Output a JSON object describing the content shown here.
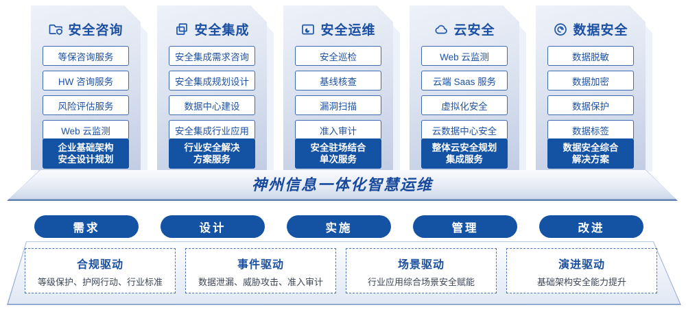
{
  "palette": {
    "primary_blue": "#1452a4",
    "text_blue": "#1b4fa0",
    "border_blue": "#3e69af",
    "panel_fill_top": "#eef2f9",
    "panel_fill_bottom": "#c2cde3"
  },
  "columns": [
    {
      "icon": "folder-shield-icon",
      "title": "安全咨询",
      "items": [
        "等保咨询服务",
        "HW 咨询服务",
        "风险评估服务",
        "Web 云监测"
      ],
      "footer": {
        "line1": "企业基础架构",
        "line2": "安全设计规划"
      }
    },
    {
      "icon": "copy-docs-icon",
      "title": "安全集成",
      "items": [
        "安全集成需求咨询",
        "安全集成规划设计",
        "数据中心建设",
        "安全集成行业应用"
      ],
      "footer": {
        "line1": "行业安全解决",
        "line2": "方案服务"
      }
    },
    {
      "icon": "pie-folder-icon",
      "title": "安全运维",
      "items": [
        "安全巡检",
        "基线核查",
        "漏洞扫描",
        "准入审计"
      ],
      "footer": {
        "line1": "安全驻场结合",
        "line2": "单次服务"
      }
    },
    {
      "icon": "cloud-icon",
      "title": "云安全",
      "items": [
        "Web 云监测",
        "云端 Saas 服务",
        "虚拟化安全",
        "云数据中心安全"
      ],
      "footer": {
        "line1": "整体云安全规划",
        "line2": "集成服务"
      }
    },
    {
      "icon": "fingerprint-icon",
      "title": "数据安全",
      "items": [
        "数据脱敏",
        "数据加密",
        "数据保护",
        "数据标签"
      ],
      "footer": {
        "line1": "数据安全综合",
        "line2": "解决方案"
      }
    }
  ],
  "banner": {
    "title": "神州信息一体化智慧运维"
  },
  "process_pills": [
    "需求",
    "设计",
    "实施",
    "管理",
    "改进"
  ],
  "drivers": [
    {
      "title": "合规驱动",
      "subtitle": "等级保护、护网行动、行业标准"
    },
    {
      "title": "事件驱动",
      "subtitle": "数据泄漏、威胁攻击、准入审计"
    },
    {
      "title": "场景驱动",
      "subtitle": "行业应用综合场景安全赋能"
    },
    {
      "title": "演进驱动",
      "subtitle": "基础架构安全能力提升"
    }
  ]
}
